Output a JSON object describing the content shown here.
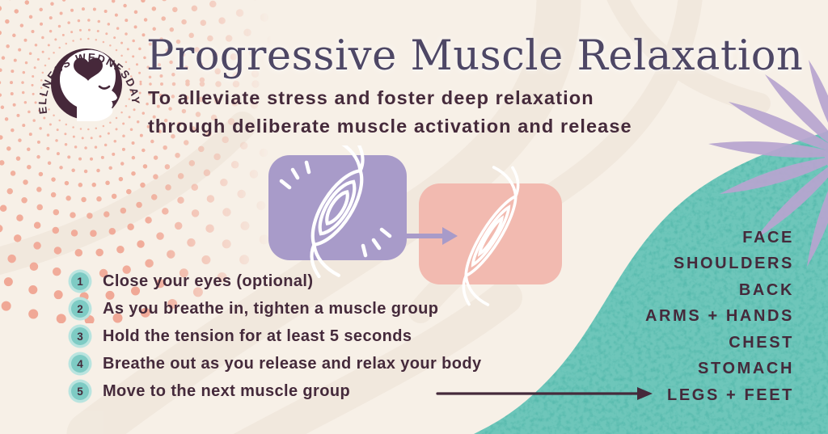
{
  "badge": {
    "arc_text": "WELLNESS WEDNESDAYS",
    "icon": "head-with-heart-icon"
  },
  "header": {
    "title": "Progressive Muscle Relaxation",
    "subtitle_line1": "To alleviate stress and foster deep relaxation",
    "subtitle_line2": "through deliberate muscle activation and release"
  },
  "steps": [
    {
      "num": "1",
      "text": "Close your eyes (optional)"
    },
    {
      "num": "2",
      "text": "As you breathe in, tighten a muscle group"
    },
    {
      "num": "3",
      "text": "Hold the tension for at least 5 seconds"
    },
    {
      "num": "4",
      "text": "Breathe out as you release and relax your body"
    },
    {
      "num": "5",
      "text": "Move to the next muscle group"
    }
  ],
  "muscle_groups": [
    "FACE",
    "SHOULDERS",
    "BACK",
    "ARMS + HANDS",
    "CHEST",
    "STOMACH",
    "LEGS + FEET"
  ],
  "colors": {
    "bg": "#f7f0e7",
    "swirl": "#ece1d5",
    "dots": "#f0a896",
    "badge-bg": "#46283a",
    "ink-plum": "#452a3b",
    "ink-slate": "#4e4765",
    "num-fill": "#7ecbc4",
    "num-ring": "#b9e4df",
    "box-purple": "#a89bc9",
    "box-pink": "#f2bab0",
    "teal": "#6ec6ba",
    "teal-speckle": "#1f9e8e",
    "leaf": "#b8a5d0",
    "muscle-stroke": "#ffffff"
  }
}
